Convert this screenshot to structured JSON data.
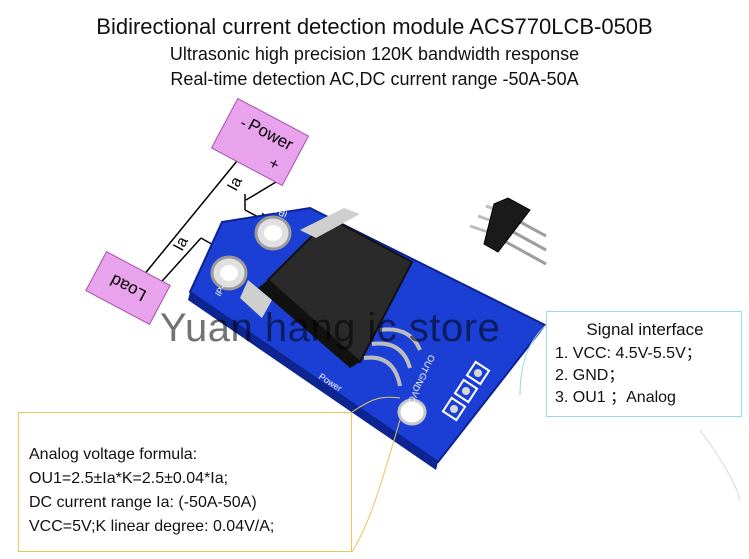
{
  "header": {
    "title": "Bidirectional  current detection module ACS770LCB-050B",
    "line2": "Ultrasonic high precision 120K bandwidth response",
    "line3": "Real-time detection AC,DC  current range -50A-50A"
  },
  "diagram": {
    "power_label": "Power",
    "power_minus": "-",
    "power_plus": "+",
    "load_label": "Load",
    "current_upper": "Ia",
    "current_lower": "Ia",
    "pad_ip_plus": "IP+",
    "pad_ip_minus": "IP-",
    "pin_out": "OUT",
    "pin_gnd": "GND",
    "pin_vcc": "VCC",
    "board_power_text": "Power"
  },
  "watermark": "Yuan hang ic store",
  "signal_interface": {
    "title": "Signal  interface",
    "items": [
      "1.   VCC: 4.5V-5.5V；",
      "2.   GND；",
      "3.   OU1 ；Analog"
    ]
  },
  "formula": {
    "lines": [
      "Analog voltage formula:",
      "OU1=2.5±Ia*K=2.5±0.04*Ia;",
      "DC current range Ia: (-50A-50A)",
      "VCC=5V;K linear degree: 0.04V/A;"
    ]
  },
  "colors": {
    "pcb_blue": "#1b3fd4",
    "label_pink": "#e9a3ec",
    "signal_border": "#9ad6e8",
    "formula_border": "#e8c65a"
  }
}
